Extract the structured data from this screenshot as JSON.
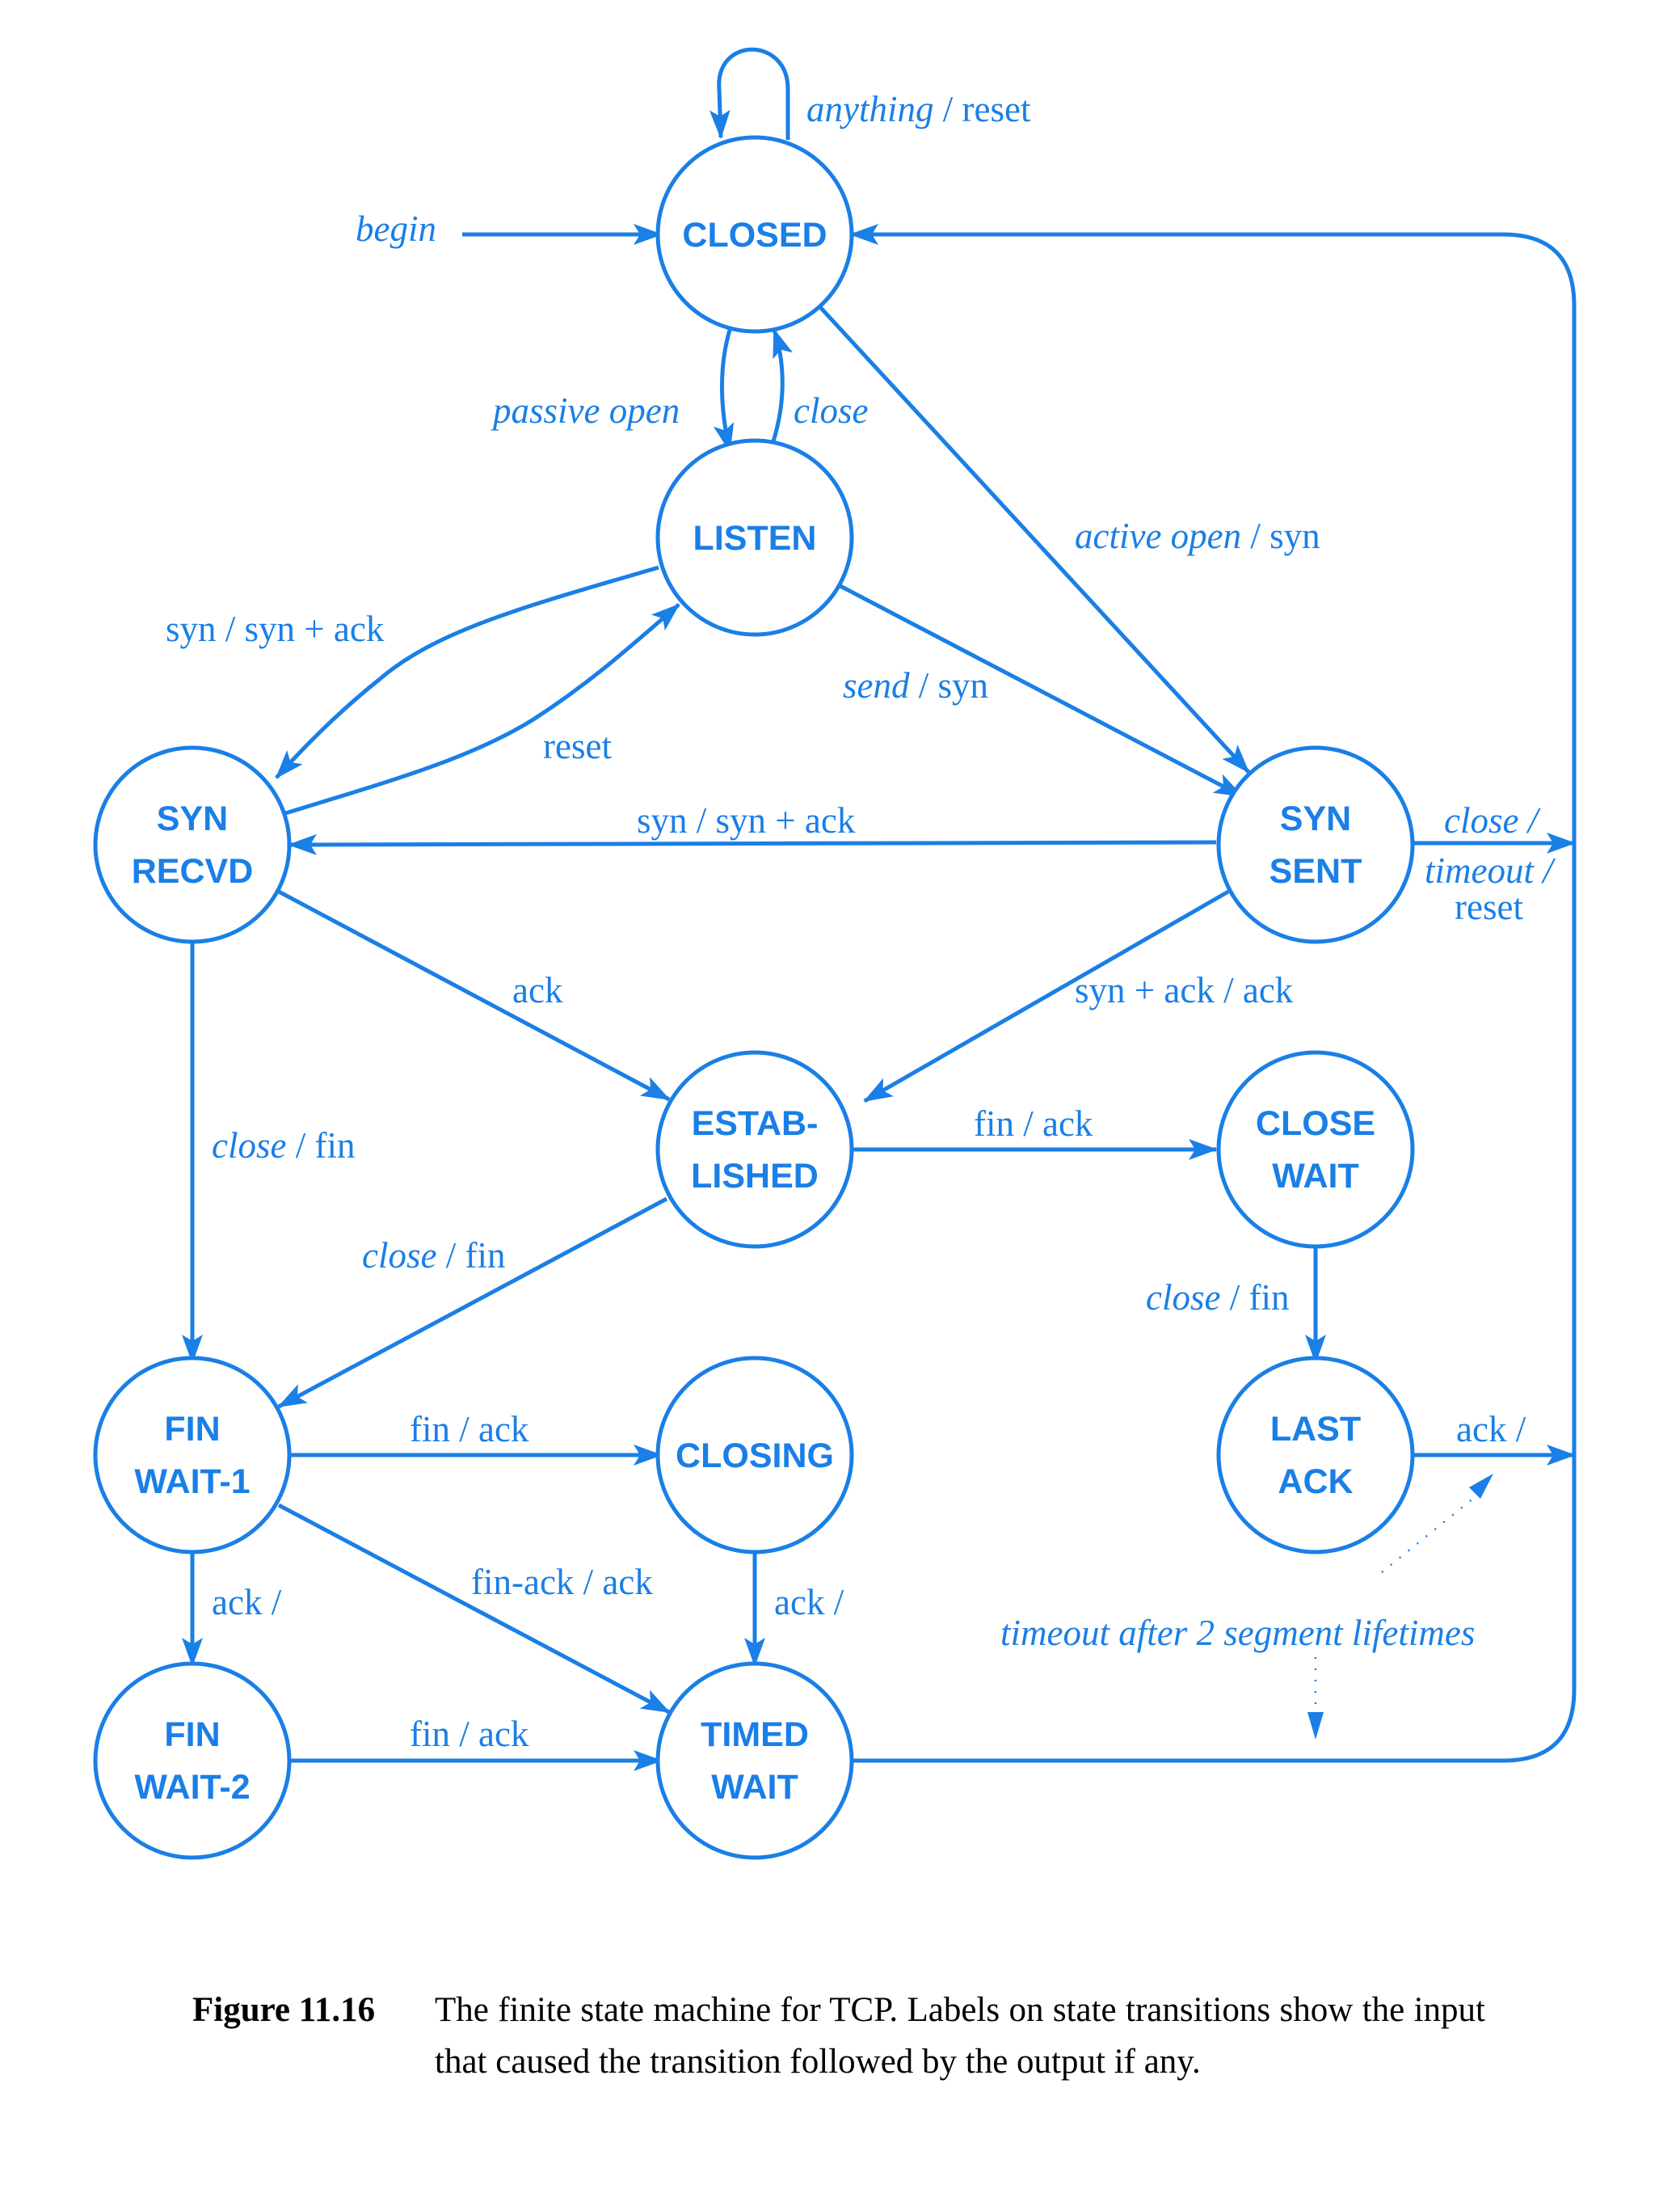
{
  "colors": {
    "accent": "#1a7fe6",
    "caption_text": "#000000"
  },
  "states": {
    "closed": [
      "CLOSED"
    ],
    "listen": [
      "LISTEN"
    ],
    "syn_recvd": [
      "SYN",
      "RECVD"
    ],
    "syn_sent": [
      "SYN",
      "SENT"
    ],
    "established": [
      "ESTAB-",
      "LISHED"
    ],
    "close_wait": [
      "CLOSE",
      "WAIT"
    ],
    "fin_wait_1": [
      "FIN",
      "WAIT-1"
    ],
    "closing": [
      "CLOSING"
    ],
    "last_ack": [
      "LAST",
      "ACK"
    ],
    "fin_wait_2": [
      "FIN",
      "WAIT-2"
    ],
    "timed_wait": [
      "TIMED",
      "WAIT"
    ]
  },
  "transitions": {
    "anything_reset": {
      "input": "anything",
      "output": "reset"
    },
    "begin": {
      "input": "begin"
    },
    "passive_open": {
      "input": "passive open"
    },
    "close_listen": {
      "input": "close"
    },
    "active_open": {
      "input": "active open",
      "output": "syn"
    },
    "syn_synack_listen": {
      "text": "syn / syn + ack"
    },
    "reset_recvd": {
      "text": "reset"
    },
    "send_syn": {
      "input": "send",
      "output": "syn"
    },
    "syn_synack_sent": {
      "text": "syn / syn + ack"
    },
    "close_timeout_reset": {
      "line1": "close /",
      "line2": "timeout /",
      "line3": "reset"
    },
    "ack_recvd": {
      "text": "ack"
    },
    "synack_ack": {
      "text": "syn + ack / ack"
    },
    "fin_ack_established": {
      "text": "fin / ack"
    },
    "close_fin_recvd": {
      "input": "close",
      "output": "fin"
    },
    "close_fin_established": {
      "input": "close",
      "output": "fin"
    },
    "close_fin_closewait": {
      "input": "close",
      "output": "fin"
    },
    "fin_ack_wait1": {
      "text": "fin / ack"
    },
    "ack_lastack": {
      "text": "ack /"
    },
    "finack_ack": {
      "text": "fin-ack / ack"
    },
    "ack_wait1": {
      "text": "ack /"
    },
    "ack_closing": {
      "text": "ack /"
    },
    "timeout_2msl": {
      "text": "timeout after 2 segment lifetimes"
    },
    "fin_ack_wait2": {
      "text": "fin / ack"
    }
  },
  "caption": {
    "label": "Figure 11.16",
    "text": "The finite state machine for TCP. Labels on state transitions show the input that caused the transition followed by the output if any."
  }
}
